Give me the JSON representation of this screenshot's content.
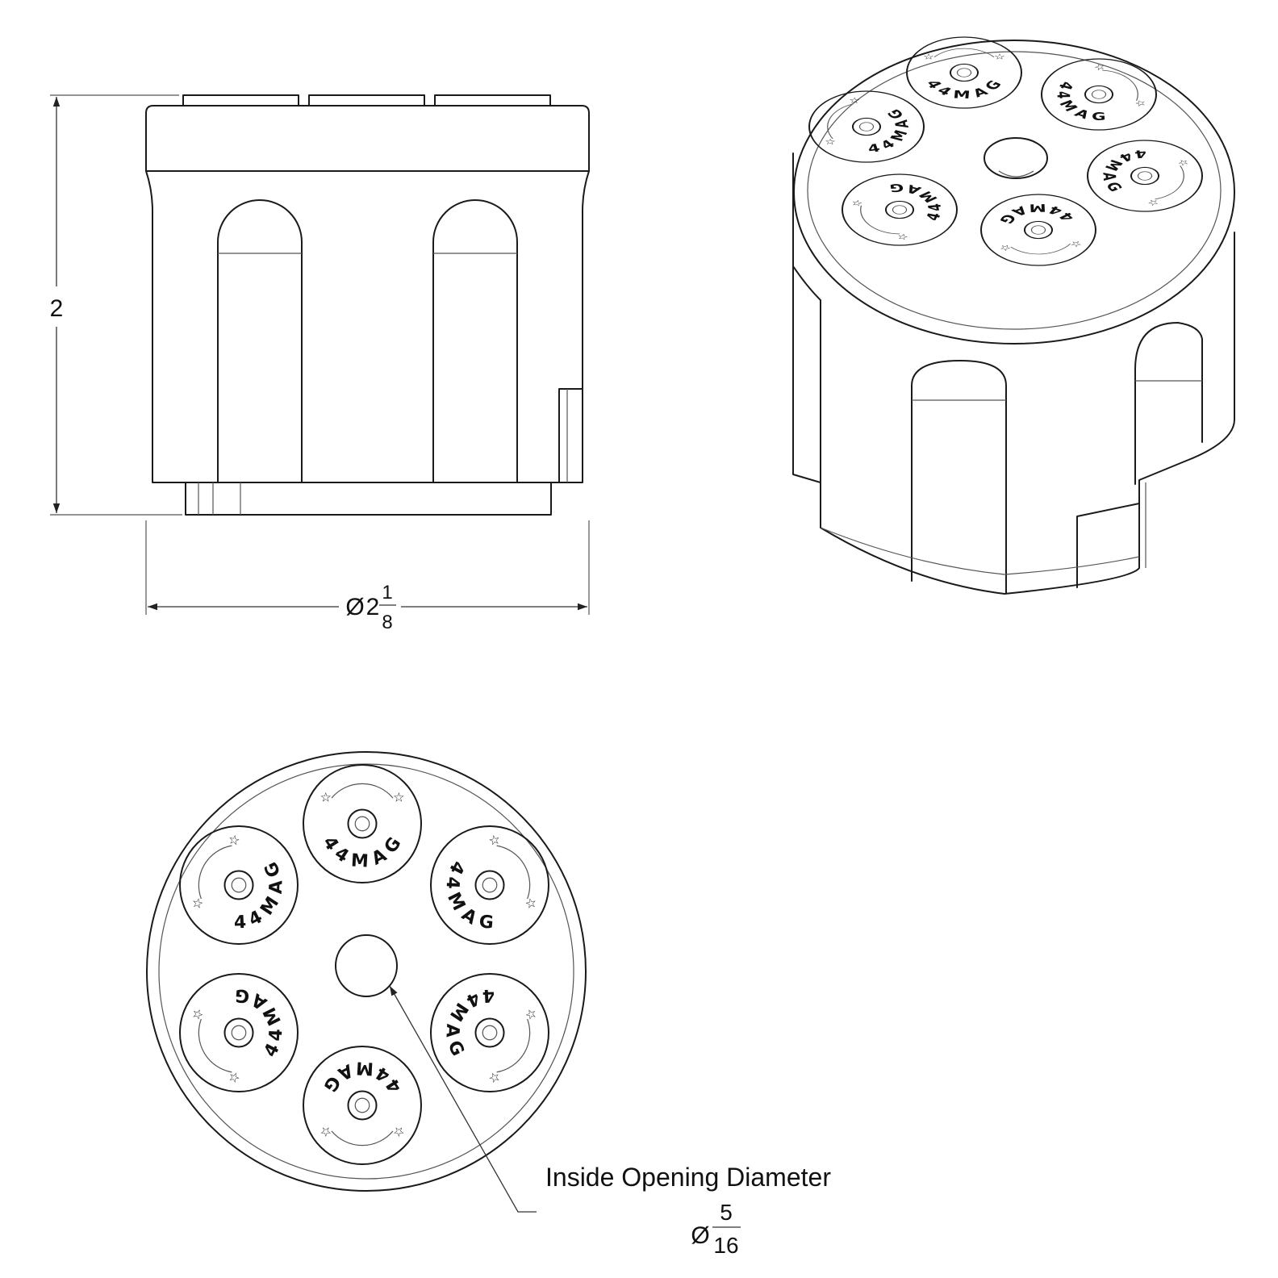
{
  "dimensions": {
    "height_value": "2",
    "diameter_symbol": "Ø",
    "diameter_whole": "2",
    "diameter_num": "1",
    "diameter_den": "8",
    "opening_label": "Inside Opening Diameter",
    "opening_symbol": "Ø",
    "opening_num": "5",
    "opening_den": "16"
  },
  "chamber_stamp": "44MAG",
  "star_glyph": "☆"
}
